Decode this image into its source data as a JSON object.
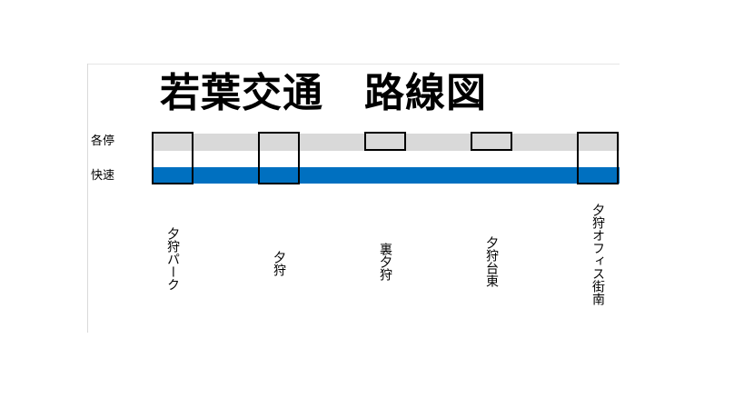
{
  "title": "若葉交通　路線図",
  "services": [
    {
      "label": "各停",
      "color": "#d9d9d9"
    },
    {
      "label": "快速",
      "color": "#0070c0"
    }
  ],
  "stations": [
    {
      "name": "夕狩パーク",
      "local": true,
      "rapid": true
    },
    {
      "name": "夕狩",
      "local": true,
      "rapid": true
    },
    {
      "name": "裏夕狩",
      "local": true,
      "rapid": false
    },
    {
      "name": "夕狩台東",
      "local": true,
      "rapid": false
    },
    {
      "name": "夕狩オフィス街南",
      "local": true,
      "rapid": true
    }
  ]
}
